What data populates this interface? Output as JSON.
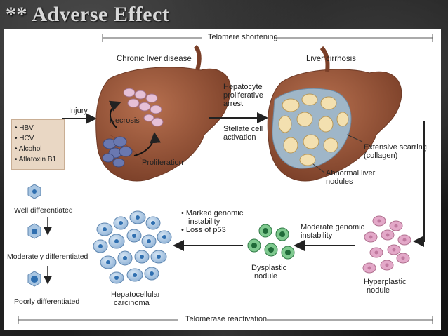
{
  "slide": {
    "title": "** Adverse Effect"
  },
  "diagram": {
    "top_bar_label": "Telomere shortening",
    "bottom_bar_label": "Telomerase reactivation",
    "risk_factors": [
      "• HBV",
      "• HCV",
      "• Alcohol",
      "• Aflatoxin B1"
    ],
    "arrow_injury": "Injury",
    "stage_chronic": "Chronic liver disease",
    "necrosis": "Necrosis",
    "proliferation": "Proliferation",
    "hepatocyte_arrest_1": "Hepatocyte",
    "hepatocyte_arrest_2": "proliferative",
    "hepatocyte_arrest_3": "arrest",
    "stellate_1": "Stellate cell",
    "stellate_2": "activation",
    "stage_cirrhosis": "Liver cirrhosis",
    "scarring_1": "Extensive scarring",
    "scarring_2": "(collagen)",
    "abnormal_1": "Abnormal liver",
    "abnormal_2": "nodules",
    "hyperplastic_1": "Hyperplastic",
    "hyperplastic_2": "nodule",
    "moderate_1": "Moderate genomic",
    "moderate_2": "instability",
    "dysplastic_1": "Dysplastic",
    "dysplastic_2": "nodule",
    "marked_1": "• Marked genomic",
    "marked_2": "instability",
    "loss_p53": "• Loss of p53",
    "hcc_1": "Hepatocellular",
    "hcc_2": "carcinoma",
    "well_diff": "Well differentiated",
    "moderately_diff": "Moderately differentiated",
    "poorly_diff": "Poorly differentiated"
  },
  "colors": {
    "liver": "#9a5a3e",
    "liver_dark": "#6e3a26",
    "necrosis_cell": "#e6c0d6",
    "proliferation_cell": "#6a78b0",
    "scar": "#9fb6c8",
    "nodule": "#f3e0b0",
    "hyperplastic_cell": "#e3a8c8",
    "dysplastic_cell": "#3f9a5a",
    "hcc_cell": "#a9c6e2"
  }
}
